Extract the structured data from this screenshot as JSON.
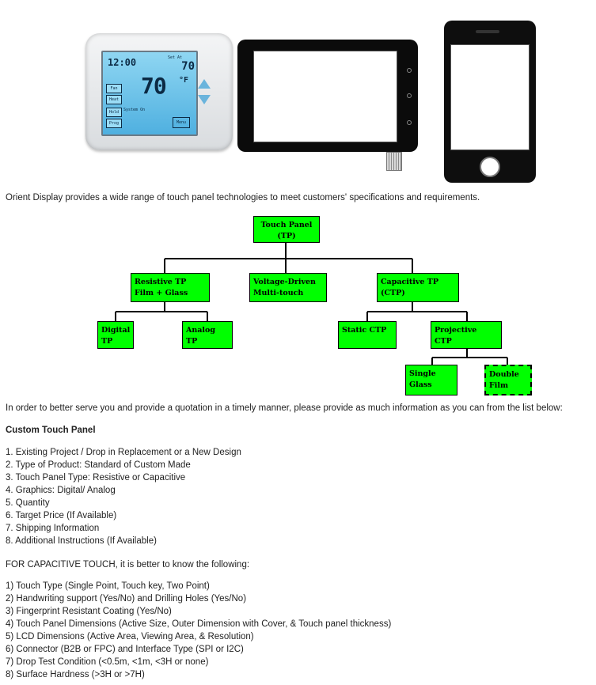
{
  "products": {
    "thermostat": {
      "clock": "12:00",
      "set_label": "Set At",
      "set_value": "70",
      "temperature": "70",
      "unit": "°F",
      "buttons": [
        "Fan",
        "Heat",
        "Hold",
        "Prog"
      ],
      "system_label": "System On",
      "menu_label": "Menu"
    }
  },
  "intro_text": "Orient Display provides a wide range of touch panel technologies to meet customers' specifications and requirements.",
  "diagram": {
    "root": "Touch Panel\n(TP)",
    "resistive": "Resistive TP\nFilm + Glass",
    "voltage": "Voltage-Driven\nMulti-touch",
    "capacitive": "Capacitive TP\n(CTP)",
    "digital": "Digital\nTP",
    "analog": "Analog TP",
    "static": "Static CTP",
    "projective": "Projective\nCTP",
    "single": "Single\nGlass",
    "double": "Double\nFilm"
  },
  "in_order_text": "In order to better serve you and provide a quotation in a timely manner, please provide as much information as you can from the list below:",
  "custom_heading": "Custom Touch Panel",
  "custom_list": [
    "1. Existing Project / Drop in Replacement or a New Design",
    "2. Type of Product: Standard of Custom Made",
    "3. Touch Panel Type: Resistive or Capacitive",
    "4. Graphics: Digital/ Analog",
    "5. Quantity",
    "6. Target Price (If Available)",
    "7. Shipping Information",
    "8. Additional Instructions (If Available)"
  ],
  "capacitive_intro": "FOR CAPACITIVE TOUCH, it is better to know the following:",
  "capacitive_list": [
    "1) Touch Type (Single Point, Touch key, Two Point)",
    "2) Handwriting support (Yes/No) and Drilling Holes (Yes/No)",
    "3) Fingerprint Resistant Coating (Yes/No)",
    "4) Touch Panel Dimensions (Active Size, Outer Dimension with Cover, & Touch panel thickness)",
    "5) LCD Dimensions (Active Area, Viewing Area, & Resolution)",
    "6) Connector (B2B or FPC) and Interface Type (SPI or I2C)",
    "7) Drop Test Condition (<0.5m, <1m, <3H or none)",
    "8) Surface Hardness (>3H or >7H)"
  ]
}
